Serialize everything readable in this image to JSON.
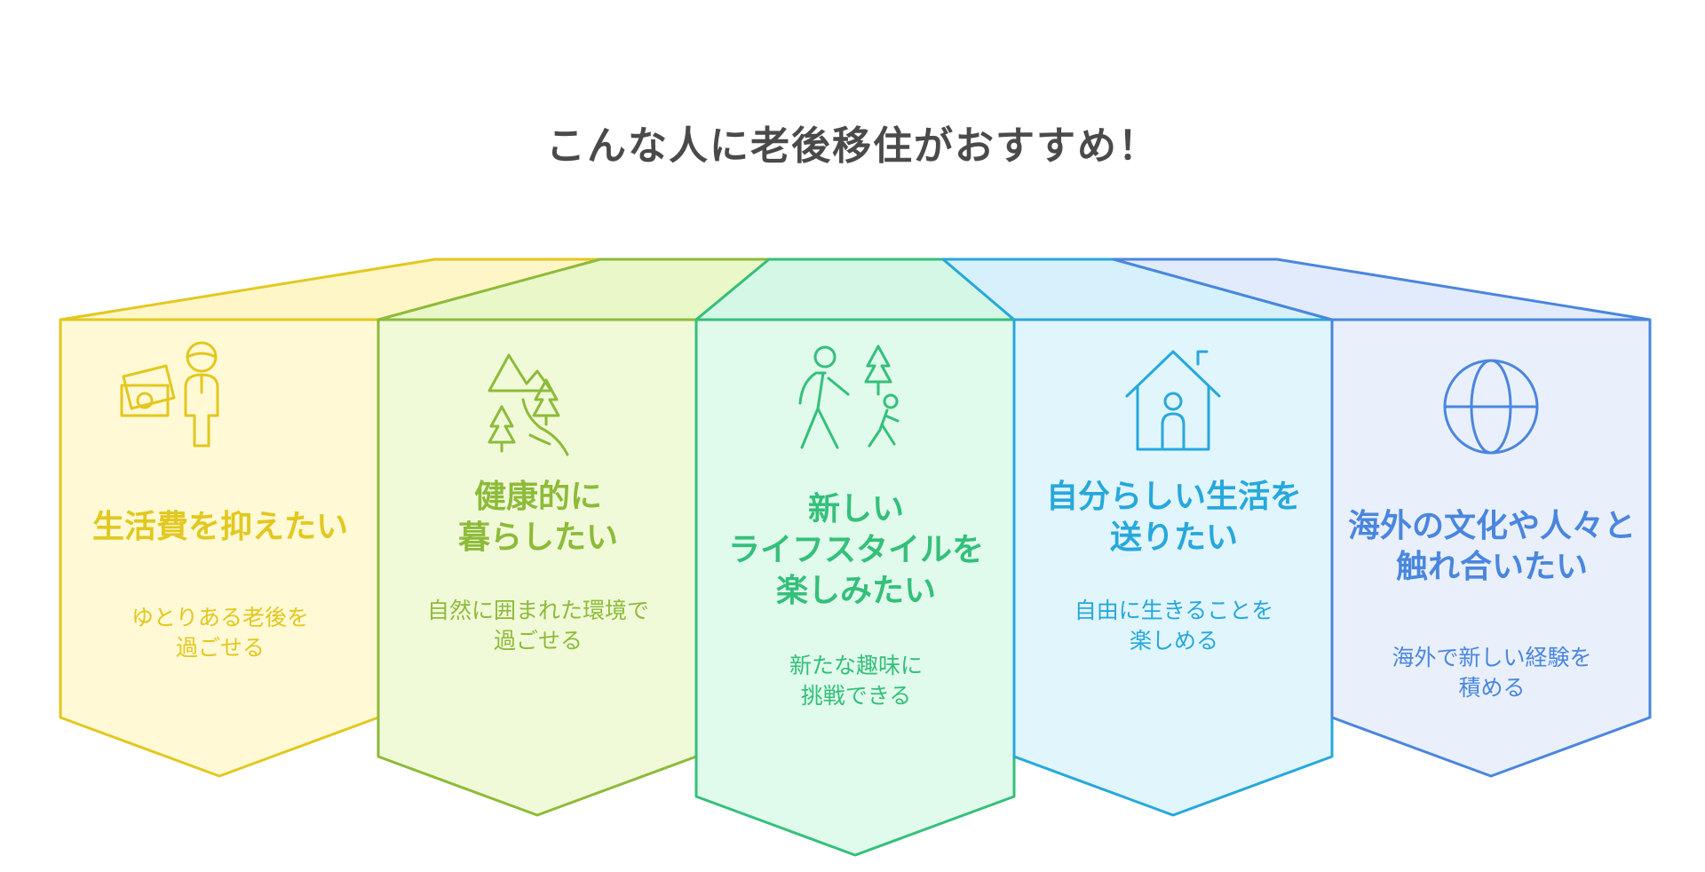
{
  "title": "こんな人に老後移住がおすすめ！",
  "panels": [
    {
      "title": "生活費を抑えたい",
      "description": "ゆとりある老後を\n過ごせる",
      "icon": "money-person-icon",
      "color": "#e2c81f",
      "fill": "#fff9d6",
      "top_fill": "#fff6c8"
    },
    {
      "title": "健康的に\n暮らしたい",
      "description": "自然に囲まれた環境で\n過ごせる",
      "icon": "mountain-trees-icon",
      "color": "#8dbb3a",
      "fill": "#f1fad8",
      "top_fill": "#eaf7c9"
    },
    {
      "title": "新しい\nライフスタイルを\n楽しみたい",
      "description": "新たな趣味に\n挑戦できる",
      "icon": "hiking-people-icon",
      "color": "#34c07a",
      "fill": "#e0faec",
      "top_fill": "#d5f7e6"
    },
    {
      "title": "自分らしい生活を\n送りたい",
      "description": "自由に生きることを\n楽しめる",
      "icon": "house-person-icon",
      "color": "#27a8dc",
      "fill": "#e1f5fc",
      "top_fill": "#d6f1fb"
    },
    {
      "title": "海外の文化や人々と\n触れ合いたい",
      "description": "海外で新しい経験を\n積める",
      "icon": "globe-icon",
      "color": "#4a86de",
      "fill": "#e9f0fc",
      "top_fill": "#e2ebfb"
    }
  ]
}
